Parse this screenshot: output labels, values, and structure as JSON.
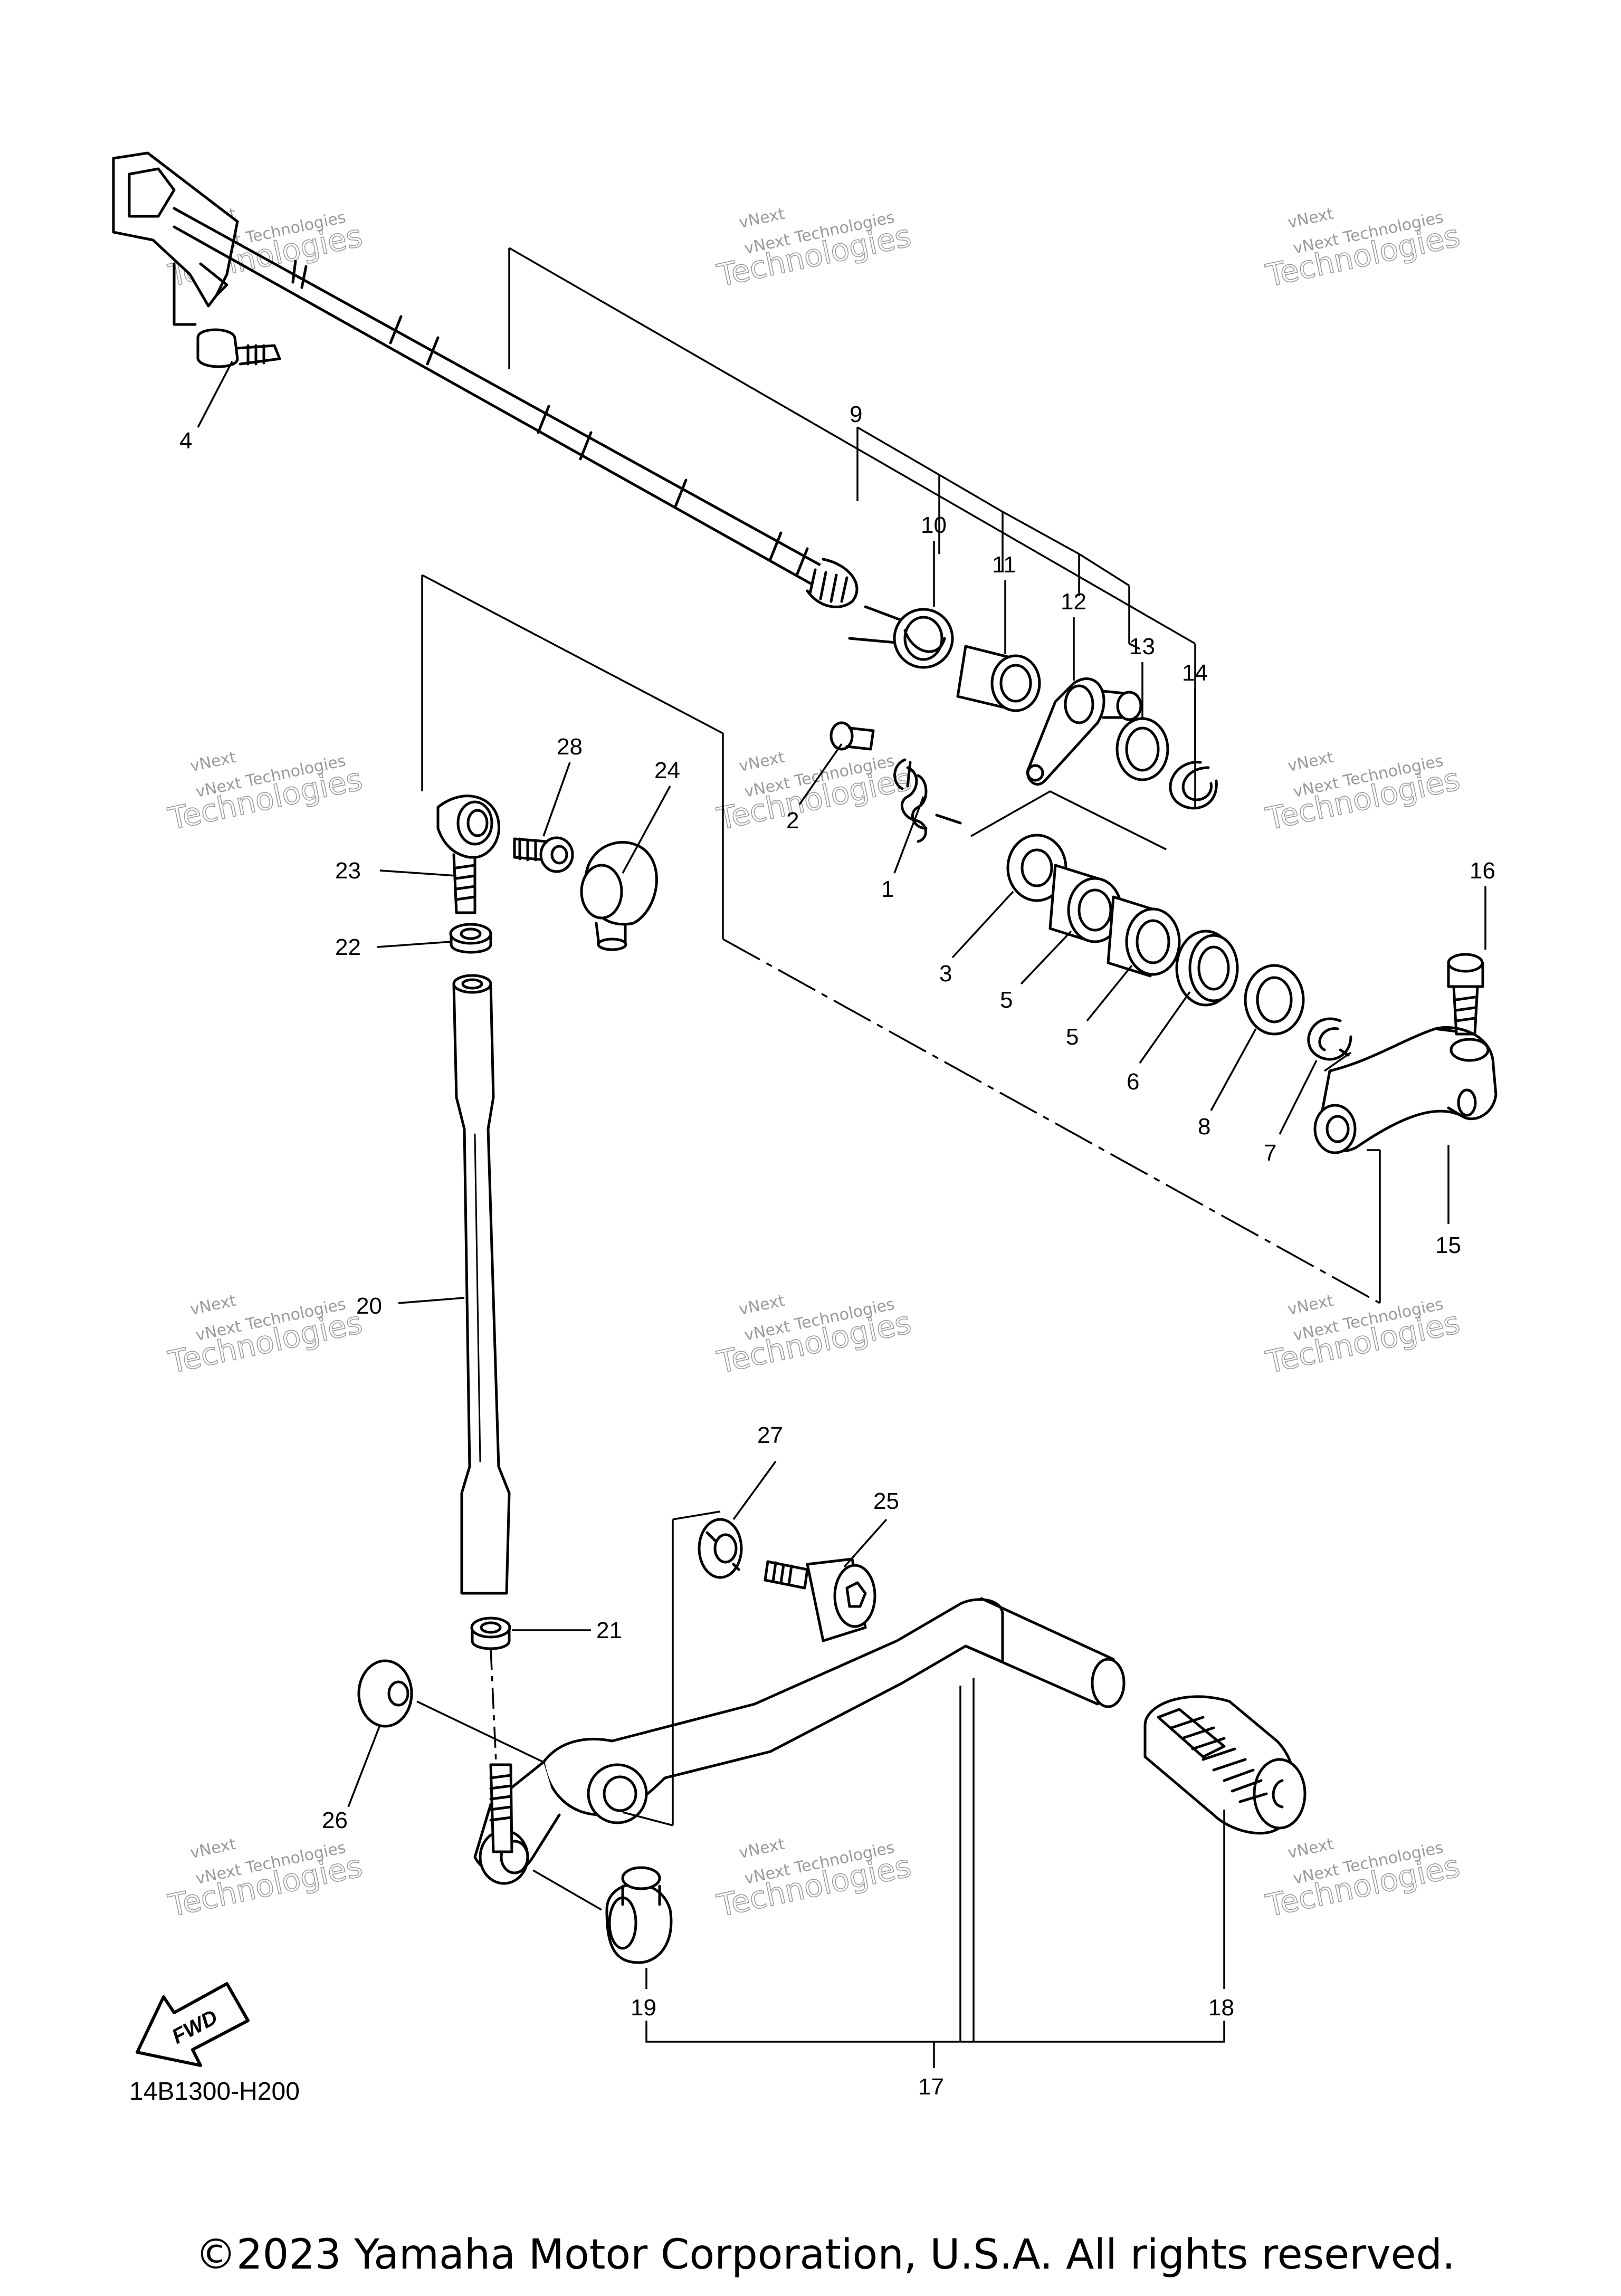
{
  "diagram_code": "14B1300-H200",
  "copyright": "©2023 Yamaha Motor Corporation, U.S.A. All rights reserved.",
  "watermark": {
    "line1": "vNext Technologies",
    "line2": "vNext",
    "line3": "Technologies"
  },
  "fwd_label": "FWD",
  "callouts": {
    "c1": "1",
    "c2": "2",
    "c3": "3",
    "c4": "4",
    "c5a": "5",
    "c5b": "5",
    "c6": "6",
    "c7": "7",
    "c8": "8",
    "c9": "9",
    "c10": "10",
    "c11": "11",
    "c12": "12",
    "c13": "13",
    "c14": "14",
    "c15": "15",
    "c16": "16",
    "c17": "17",
    "c18": "18",
    "c19": "19",
    "c20": "20",
    "c21": "21",
    "c22": "22",
    "c23": "23",
    "c24": "24",
    "c25": "25",
    "c26": "26",
    "c27": "27",
    "c28": "28"
  }
}
